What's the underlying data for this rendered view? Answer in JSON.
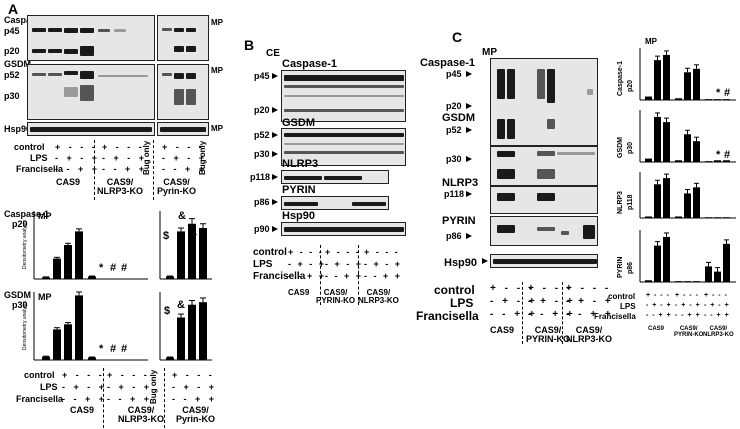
{
  "panel_letters": {
    "a": "A",
    "b": "B",
    "c": "C"
  },
  "panel_a": {
    "proteins": [
      "Caspase-1",
      "GSDM",
      "Hsp90"
    ],
    "sizes": {
      "p45": "p45",
      "p20": "p20",
      "p52": "p52",
      "p30": "p30"
    },
    "tag": "MP",
    "row_labels": [
      "control",
      "LPS",
      "Francisella"
    ],
    "rows": {
      "control": "+ - - -",
      "lps": "- + - +",
      "fran": "- - + +"
    },
    "ko_rows": {
      "control": "+ - - -",
      "lps": "- + - +",
      "fran": "- - + +"
    },
    "pyrin_rows": {
      "control": "+ - - -",
      "lps": "- + - +",
      "fran": "- - + +"
    },
    "bug_only": "Bug only",
    "groups": [
      "CAS9",
      "CAS9/\nNLRP3-KO",
      "CAS9/\nPyrin-KO"
    ]
  },
  "panel_b": {
    "tag": "CE",
    "proteins": [
      "Caspase-1",
      "GSDM",
      "NLRP3",
      "PYRIN",
      "Hsp90"
    ],
    "sizes": [
      "p45",
      "p20",
      "p52",
      "p30",
      "p118",
      "p86",
      "p90"
    ],
    "row_labels": [
      "control",
      "LPS",
      "Francisella"
    ],
    "rows": {
      "control": "+ - - -",
      "lps": "- + - +",
      "fran": "- - + +"
    },
    "groups": [
      "CAS9",
      "CAS9/\nPYRIN-KO",
      "CAS9/\nNLRP3-KO"
    ]
  },
  "panel_c": {
    "tag": "MP",
    "proteins": [
      "Caspase-1",
      "GSDM",
      "NLRP3",
      "PYRIN",
      "Hsp90"
    ],
    "sizes": [
      "p45",
      "p20",
      "p52",
      "p30",
      "p118",
      "p86"
    ],
    "row_labels": [
      "control",
      "LPS",
      "Francisella"
    ],
    "rows": {
      "control": "+ - - -",
      "lps": "- + - +",
      "fran": "- - + +"
    },
    "groups": [
      "CAS9",
      "CAS9/\nPYRIN-KO",
      "CAS9/\nNLRP3-KO"
    ]
  },
  "chart_data": [
    {
      "type": "bar",
      "panel": "A",
      "title": "Caspase-1 p20",
      "tag": "MP",
      "ylabel": "Densitometry analysis",
      "ylim": [
        0,
        8
      ],
      "groups": [
        "CAS9",
        "CAS9/NLRP3-KO",
        "Bug only",
        "CAS9/Pyrin-KO"
      ],
      "values": [
        0.2,
        2.4,
        4.0,
        5.6,
        0.3,
        0.05,
        0.05,
        0.05,
        0.05,
        0.3,
        5.6,
        6.5,
        6.0
      ],
      "errors": [
        0.05,
        0.15,
        0.2,
        0.3,
        0.05,
        0,
        0,
        0,
        0,
        0.05,
        0.4,
        0.6,
        0.5
      ],
      "annotations": [
        "*",
        "#",
        "#",
        "$",
        "&",
        "&"
      ]
    },
    {
      "type": "bar",
      "panel": "A",
      "title": "GSDM p30",
      "tag": "MP",
      "ylabel": "Densitometry analysis",
      "ylim": [
        0,
        8
      ],
      "values": [
        0.4,
        3.6,
        4.2,
        7.6,
        0.3,
        0.05,
        0.05,
        0.05,
        0.05,
        0.3,
        5.0,
        6.5,
        6.8
      ],
      "errors": [
        0.05,
        0.2,
        0.2,
        0.4,
        0.05,
        0,
        0,
        0,
        0,
        0.05,
        0.4,
        0.5,
        0.5
      ],
      "annotations": [
        "*",
        "#",
        "#",
        "$",
        "&",
        "&"
      ]
    },
    {
      "type": "bar",
      "panel": "C",
      "title": "Caspase-1 p20",
      "tag": "MP",
      "values": [
        0.2,
        2.3,
        2.6,
        0.1,
        1.6,
        1.8,
        0.05,
        0.05,
        0.05
      ],
      "annotations": [
        "*",
        "#"
      ]
    },
    {
      "type": "bar",
      "panel": "C",
      "title": "GSDM p30",
      "values": [
        0.2,
        2.6,
        2.3,
        0.1,
        1.6,
        1.2,
        0.05,
        0.1,
        0.1
      ],
      "annotations": [
        "*",
        "#"
      ]
    },
    {
      "type": "bar",
      "panel": "C",
      "title": "NLRP3 p118",
      "values": [
        0.1,
        2.2,
        2.6,
        0.1,
        1.6,
        2.0,
        0.05,
        0.05,
        0.05
      ]
    },
    {
      "type": "bar",
      "panel": "C",
      "title": "PYRIN p86",
      "values": [
        0.1,
        2.1,
        2.6,
        0.05,
        0.05,
        0.05,
        0.9,
        0.6,
        2.2
      ]
    }
  ]
}
